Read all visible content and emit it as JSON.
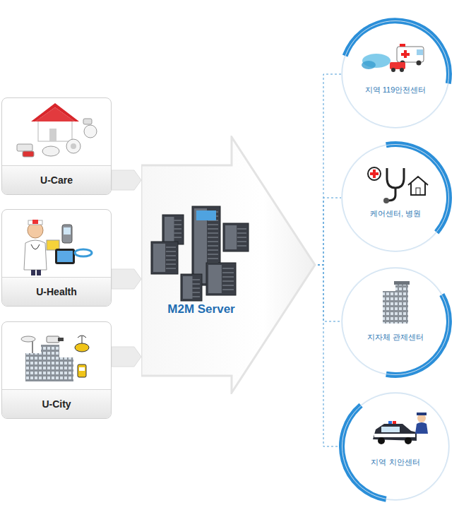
{
  "diagram": {
    "nodes": [
      {
        "text": [
          "U-Care"
        ]
      },
      {
        "text": [
          "U-Health"
        ]
      },
      {
        "text": [
          "U-City"
        ]
      },
      {
        "text": [
          "M2M Server"
        ]
      },
      {
        "text": [
          "지역 119안전센터"
        ]
      },
      {
        "text": [
          "케어센터, 병원"
        ]
      },
      {
        "text": [
          "지자체 관제센터"
        ]
      },
      {
        "text": [
          "지역 치안센터"
        ]
      }
    ],
    "edges": [
      {
        "from": 0,
        "to": 3,
        "arrow": "to"
      },
      {
        "from": 1,
        "to": 3,
        "arrow": "to"
      },
      {
        "from": 2,
        "to": 3,
        "arrow": "to"
      },
      {
        "from": 3,
        "to": 4,
        "arrow": "none"
      },
      {
        "from": 3,
        "to": 5,
        "arrow": "none"
      },
      {
        "from": 3,
        "to": 6,
        "arrow": "none"
      },
      {
        "from": 3,
        "to": 7,
        "arrow": "none"
      }
    ]
  }
}
